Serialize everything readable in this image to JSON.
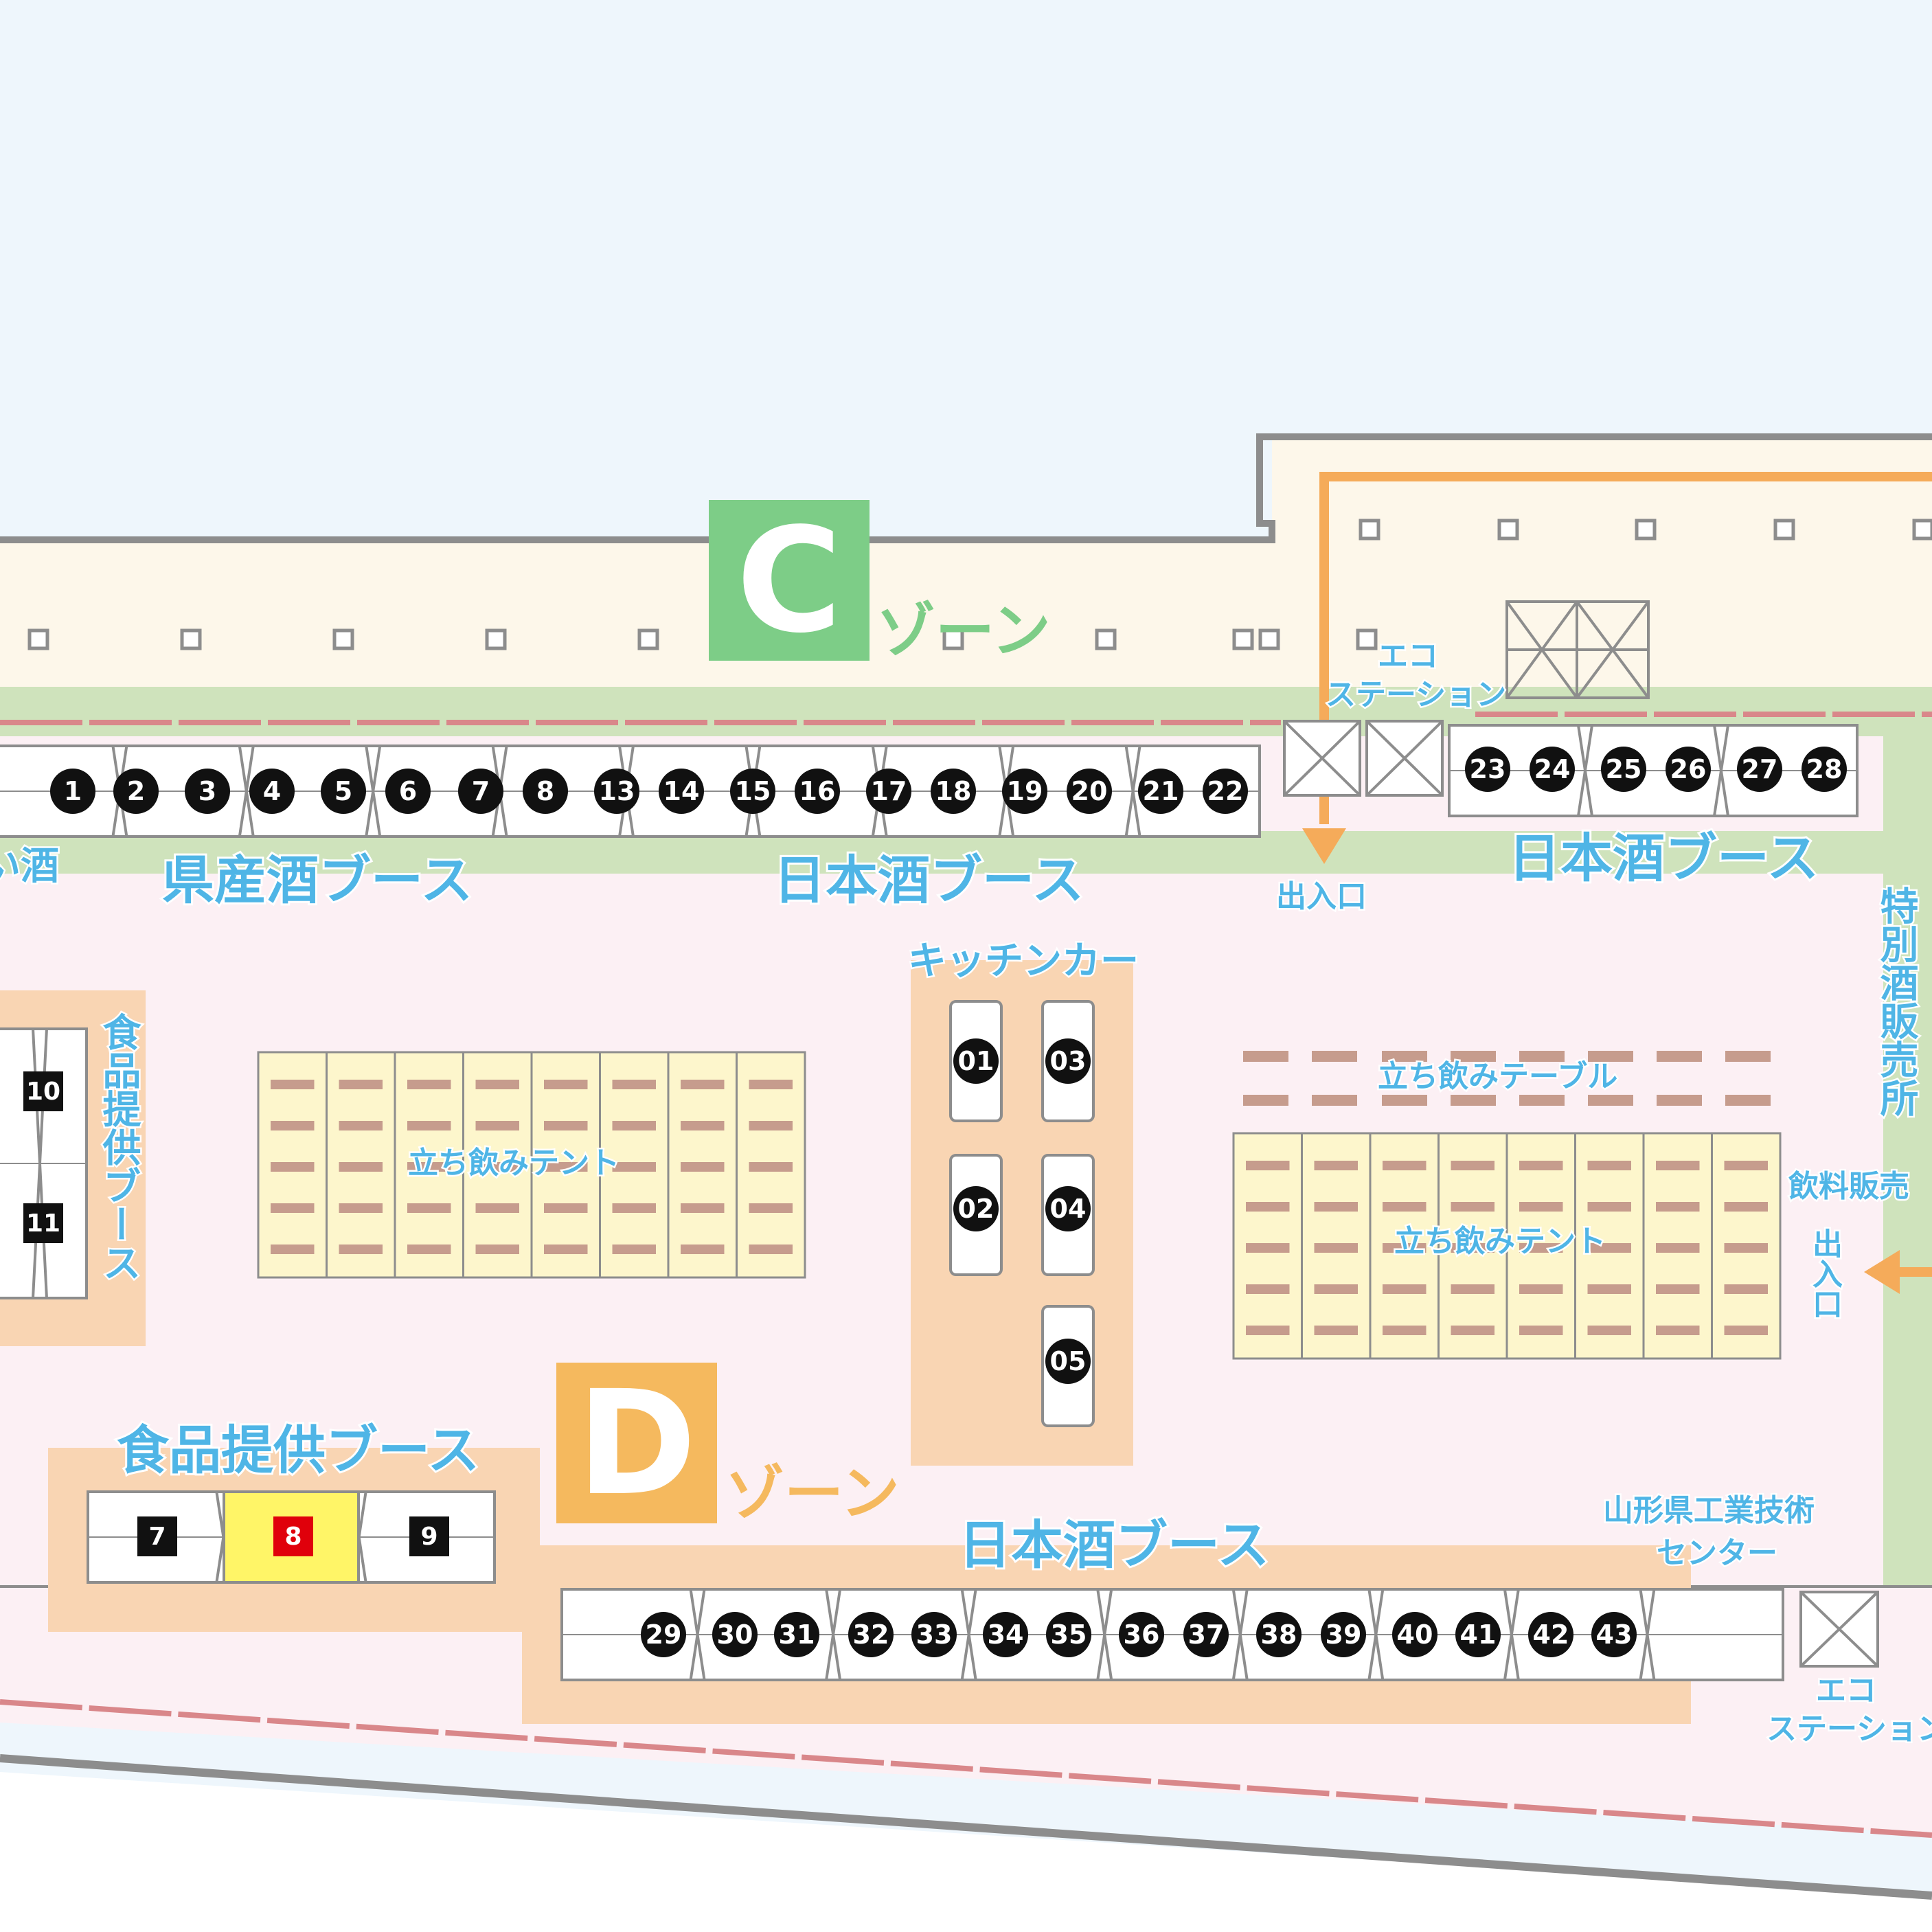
{
  "zones": {
    "c": {
      "letter": "C",
      "suffix": "ゾーン",
      "color": "#7dcd87"
    },
    "d": {
      "letter": "D",
      "suffix": "ゾーン",
      "color": "#f5b95e"
    }
  },
  "labels": {
    "truncated_sake": "い酒",
    "prefectural_sake_booths": "県産酒ブース",
    "sake_booths_top_center": "日本酒ブース",
    "sake_booths_top_right": "日本酒ブース",
    "sake_booths_bottom": "日本酒ブース",
    "kitchen_car": "キッチンカー",
    "standing_tent_left": "立ち飲みテント",
    "standing_tent_right": "立ち飲みテント",
    "standing_table": "立ち飲みテーブル",
    "food_booths_vertical": "食品提供ブース",
    "food_booths_horizontal": "食品提供ブース",
    "special_sake_sales": "特別酒販売所",
    "drink_sales": "飲料販売",
    "entrance_top": "出入口",
    "entrance_right": "出入口",
    "eco_station_top_line1": "エコ",
    "eco_station_top_line2": "ステーション",
    "eco_station_bottom_line1": "エコ",
    "eco_station_bottom_line2": "ステーション",
    "industrial_center_line1": "山形県工業技術",
    "industrial_center_line2": "センター"
  },
  "booths": {
    "top_row": [
      "1",
      "2",
      "3",
      "4",
      "5",
      "6",
      "7",
      "8",
      "13",
      "14",
      "15",
      "16",
      "17",
      "18",
      "19",
      "20",
      "21",
      "22"
    ],
    "top_right_row": [
      "23",
      "24",
      "25",
      "26",
      "27",
      "28"
    ],
    "bottom_row": [
      "29",
      "30",
      "31",
      "32",
      "33",
      "34",
      "35",
      "36",
      "37",
      "38",
      "39",
      "40",
      "41",
      "42",
      "43"
    ],
    "kitchen_cars": [
      "01",
      "02",
      "03",
      "04",
      "05"
    ],
    "food_vertical": [
      "10",
      "11"
    ],
    "food_horizontal": [
      "7",
      "8",
      "9"
    ],
    "highlighted": "8"
  },
  "colors": {
    "sky": "#eef6fc",
    "cream_band": "#fdf7ea",
    "green_band": "#cfe3bc",
    "pink_area": "#fcf0f4",
    "orange_area": "#f9d5b3",
    "text_blue": "#4fb5e6",
    "entrance_arrow": "#f5ab5a",
    "highlight_yellow": "#fff567",
    "highlight_red": "#e0000b"
  }
}
